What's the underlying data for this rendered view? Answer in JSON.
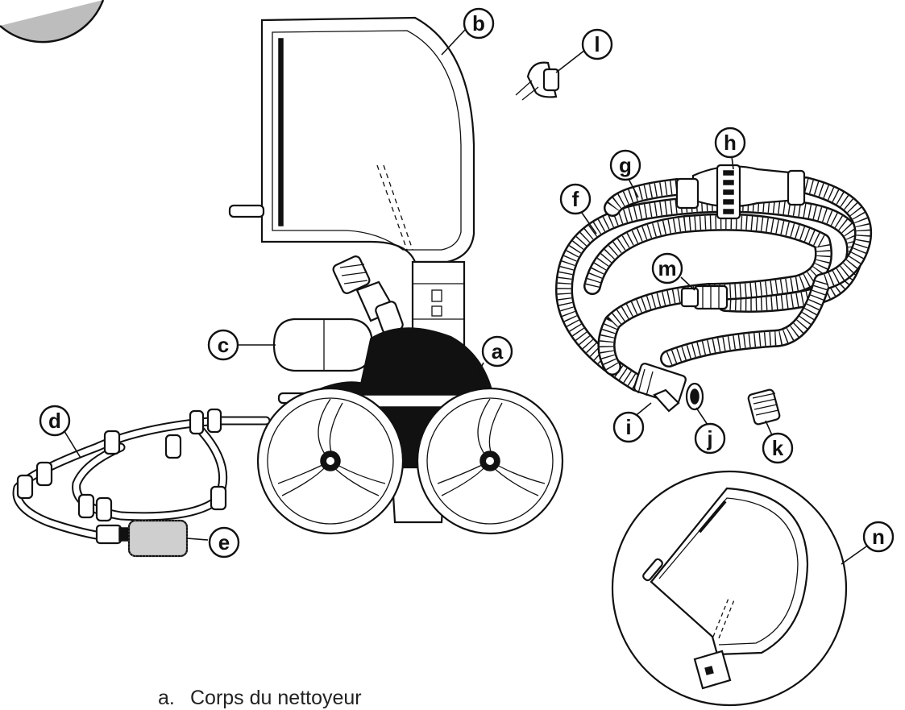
{
  "callouts": {
    "a": "a",
    "b": "b",
    "c": "c",
    "d": "d",
    "e": "e",
    "f": "f",
    "g": "g",
    "h": "h",
    "i": "i",
    "j": "j",
    "k": "k",
    "l": "l",
    "m": "m",
    "n": "n"
  },
  "legend": [
    {
      "letter": "a.",
      "text": "Corps du nettoyeur"
    }
  ]
}
